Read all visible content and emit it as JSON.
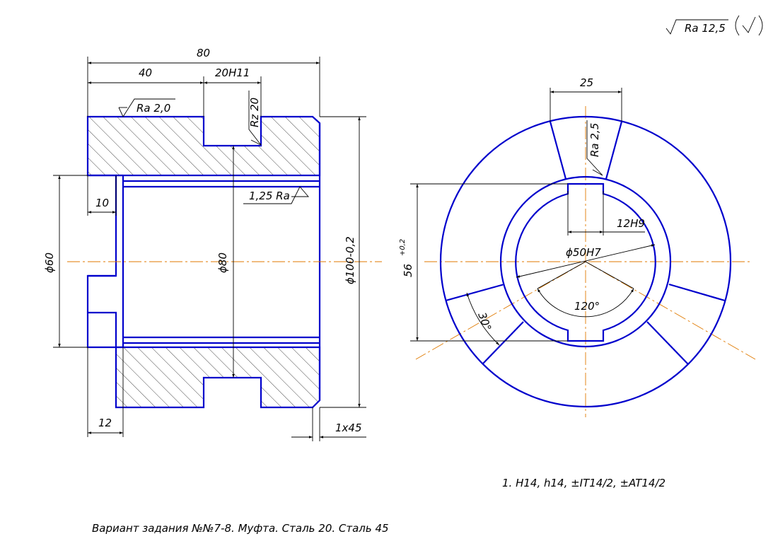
{
  "title_block": {
    "general_roughness": "Ra 12,5",
    "tolerance_note": "1. H14, h14, ±IT14/2, ±AT14/2",
    "variant_caption": "Вариант задания №№7-8. Муфта. Сталь 20. Сталь 45"
  },
  "front_view": {
    "dim_total_length": "80",
    "dim_40": "40",
    "dim_groove_width": "20H11",
    "dim_10": "10",
    "dim_12": "12",
    "dim_dia_60": "ϕ60",
    "dim_dia_80": "ϕ80",
    "dim_dia_100": "ϕ100-0,2",
    "dim_chamfer": "1x45",
    "roughness_outer": "Ra 2,0",
    "roughness_groove": "Rz 20",
    "roughness_bore": "1,25 Ra"
  },
  "side_view": {
    "dim_slot_width": "25",
    "roughness_slot": "Ra 2,5",
    "dim_keyway_width": "12H9",
    "dim_bore": "ϕ50H7",
    "dim_keyway_depth": "56",
    "dim_keyway_depth_tol": "+0,2",
    "dim_angle_120": "120°",
    "dim_angle_30": "30°"
  }
}
